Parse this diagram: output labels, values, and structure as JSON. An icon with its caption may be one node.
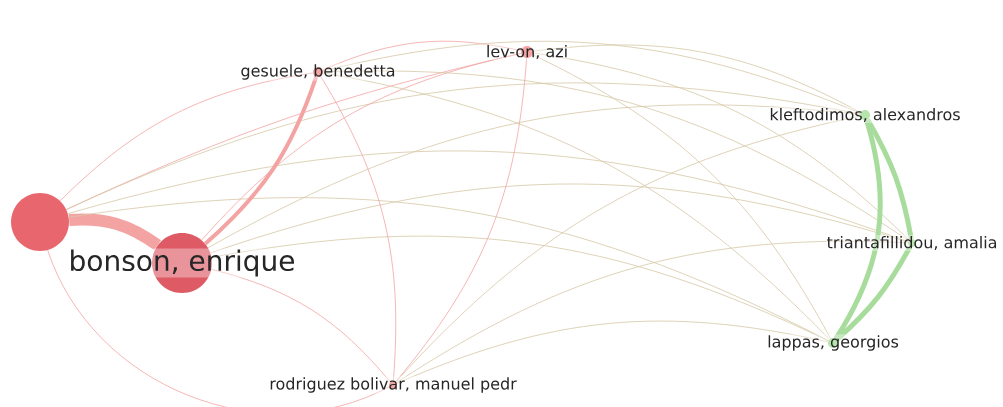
{
  "diagram": {
    "nodes": [
      {
        "text": [],
        "shape": "circle"
      },
      {
        "text": [
          "bonson, enrique"
        ]
      },
      {
        "text": [
          "gesuele, benedetta"
        ]
      },
      {
        "text": [
          "lev-on, azi"
        ]
      },
      {
        "text": [
          "kleftodimos, alexandros"
        ]
      },
      {
        "text": [
          "triantafillidou, amalia"
        ]
      },
      {
        "text": [
          "lappas, georgios"
        ]
      },
      {
        "text": [
          "rodriguez bolivar, manuel pedr"
        ]
      }
    ],
    "edges": [
      {
        "from": 0,
        "to": 1,
        "arrow": "none",
        "style": "thick",
        "color": "#f4a3a3"
      },
      {
        "from": 0,
        "to": 2,
        "arrow": "none",
        "color": "#f4a3a3"
      },
      {
        "from": 0,
        "to": 3,
        "arrow": "none",
        "color": "#f4a3a3"
      },
      {
        "from": 0,
        "to": 4,
        "arrow": "none"
      },
      {
        "from": 0,
        "to": 5,
        "arrow": "none"
      },
      {
        "from": 0,
        "to": 6,
        "arrow": "none"
      },
      {
        "from": 0,
        "to": 7,
        "arrow": "none",
        "color": "#f4a3a3"
      },
      {
        "from": 1,
        "to": 2,
        "arrow": "none",
        "style": "thick",
        "color": "#f4a3a3"
      },
      {
        "from": 1,
        "to": 3,
        "arrow": "none",
        "color": "#f4a3a3"
      },
      {
        "from": 1,
        "to": 4,
        "arrow": "none"
      },
      {
        "from": 1,
        "to": 5,
        "arrow": "none"
      },
      {
        "from": 1,
        "to": 6,
        "arrow": "none"
      },
      {
        "from": 1,
        "to": 7,
        "arrow": "none",
        "color": "#f4a3a3"
      },
      {
        "from": 2,
        "to": 3,
        "arrow": "none",
        "color": "#f4a3a3"
      },
      {
        "from": 2,
        "to": 4,
        "arrow": "none"
      },
      {
        "from": 2,
        "to": 5,
        "arrow": "none"
      },
      {
        "from": 2,
        "to": 6,
        "arrow": "none"
      },
      {
        "from": 2,
        "to": 7,
        "arrow": "none",
        "color": "#f4a3a3"
      },
      {
        "from": 3,
        "to": 4,
        "arrow": "none"
      },
      {
        "from": 3,
        "to": 5,
        "arrow": "none"
      },
      {
        "from": 3,
        "to": 6,
        "arrow": "none"
      },
      {
        "from": 3,
        "to": 7,
        "arrow": "none",
        "color": "#f4a3a3"
      },
      {
        "from": 4,
        "to": 5,
        "arrow": "none",
        "style": "thick",
        "color": "#a8dc9c"
      },
      {
        "from": 4,
        "to": 6,
        "arrow": "none",
        "style": "thick",
        "color": "#a8dc9c"
      },
      {
        "from": 5,
        "to": 6,
        "arrow": "none",
        "style": "thick",
        "color": "#a8dc9c"
      },
      {
        "from": 7,
        "to": 4,
        "arrow": "none"
      },
      {
        "from": 7,
        "to": 5,
        "arrow": "none"
      },
      {
        "from": 7,
        "to": 6,
        "arrow": "none"
      }
    ]
  }
}
